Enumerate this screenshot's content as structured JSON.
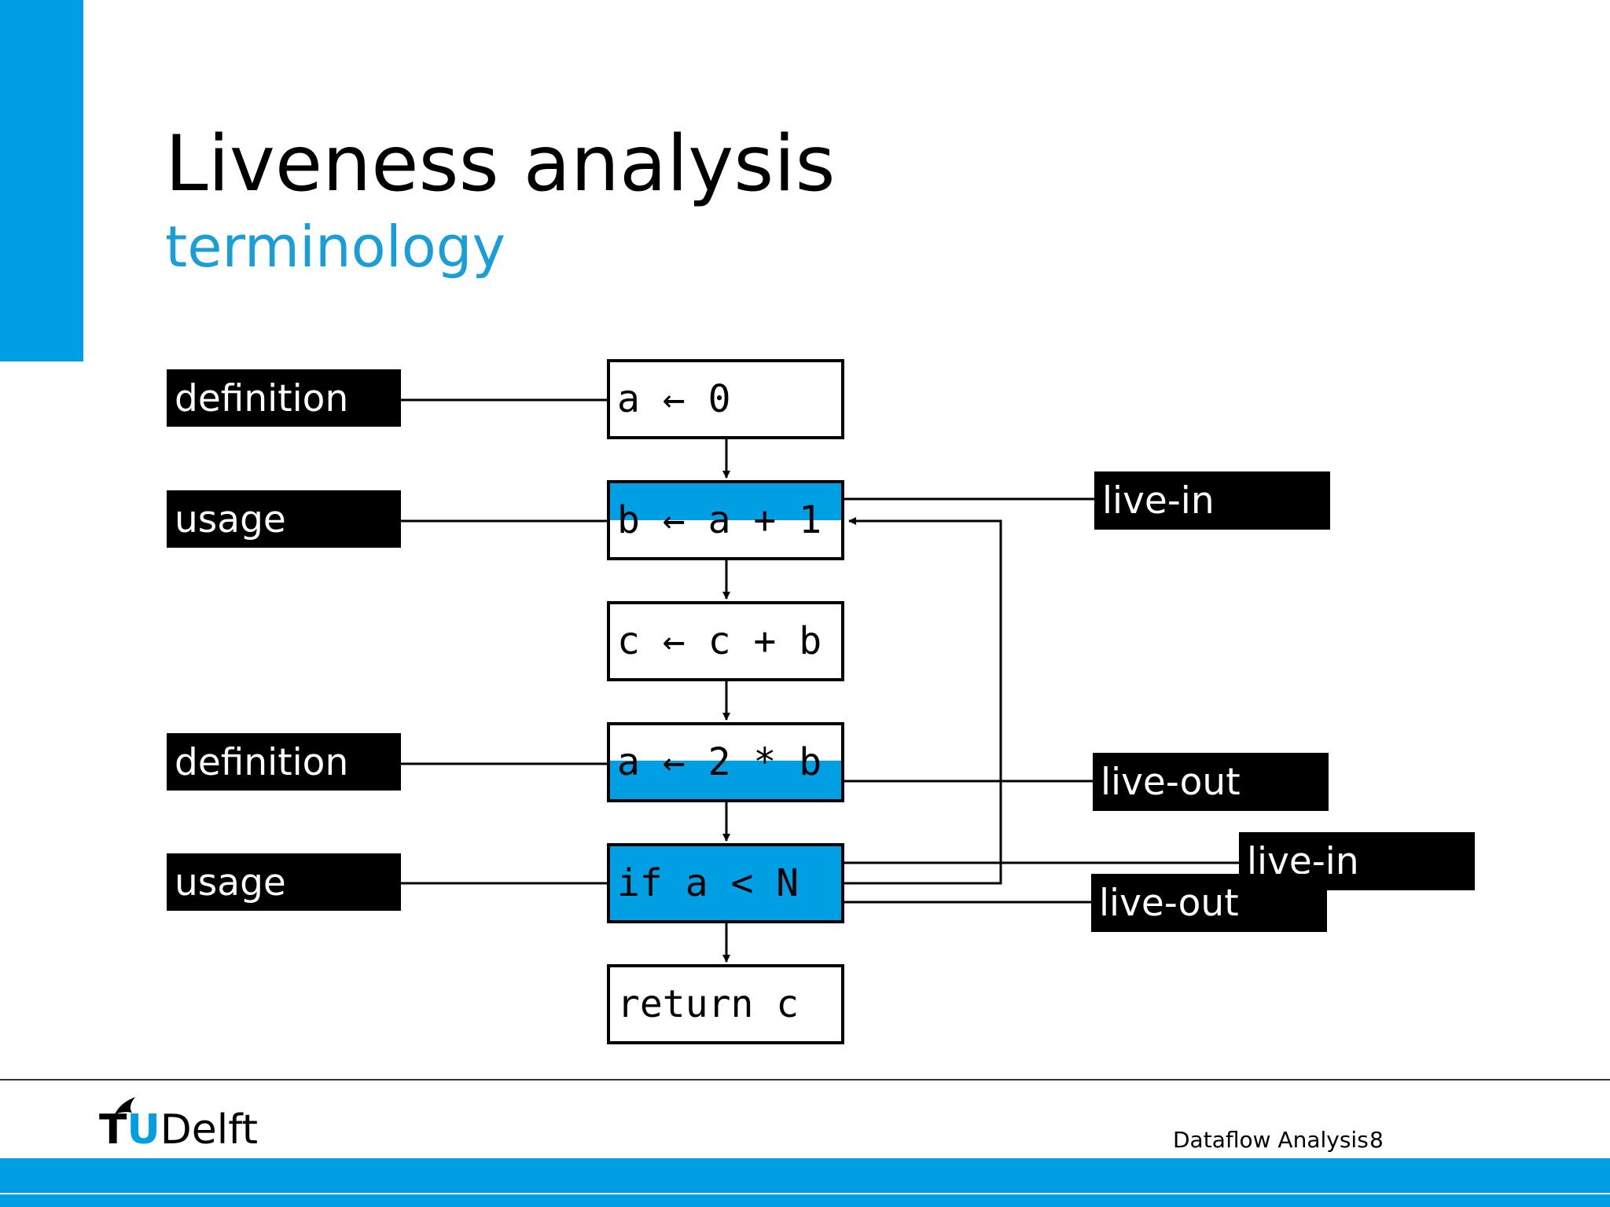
{
  "slide": {
    "title": "Liveness analysis",
    "subtitle": "terminology",
    "footer_title": "Dataflow Analysis",
    "page_number": "8",
    "logo": {
      "tu": "T",
      "u": "U",
      "delft": "Delft"
    },
    "colors": {
      "accent": "#009fe3",
      "subtitle": "#1a9ed8",
      "label_bg": "#000000"
    }
  },
  "nodes": [
    {
      "code": "a ← 0",
      "highlight": "none"
    },
    {
      "code": "b ← a + 1",
      "highlight": "top"
    },
    {
      "code": "c ← c + b",
      "highlight": "none"
    },
    {
      "code": "a ← 2 * b",
      "highlight": "bottom"
    },
    {
      "code": "if a < N",
      "highlight": "full"
    },
    {
      "code": "return c",
      "highlight": "none"
    }
  ],
  "left_labels": [
    "definition",
    "usage",
    "definition",
    "usage"
  ],
  "right_labels": [
    "live-in",
    "live-out",
    "live-in",
    "live-out"
  ]
}
